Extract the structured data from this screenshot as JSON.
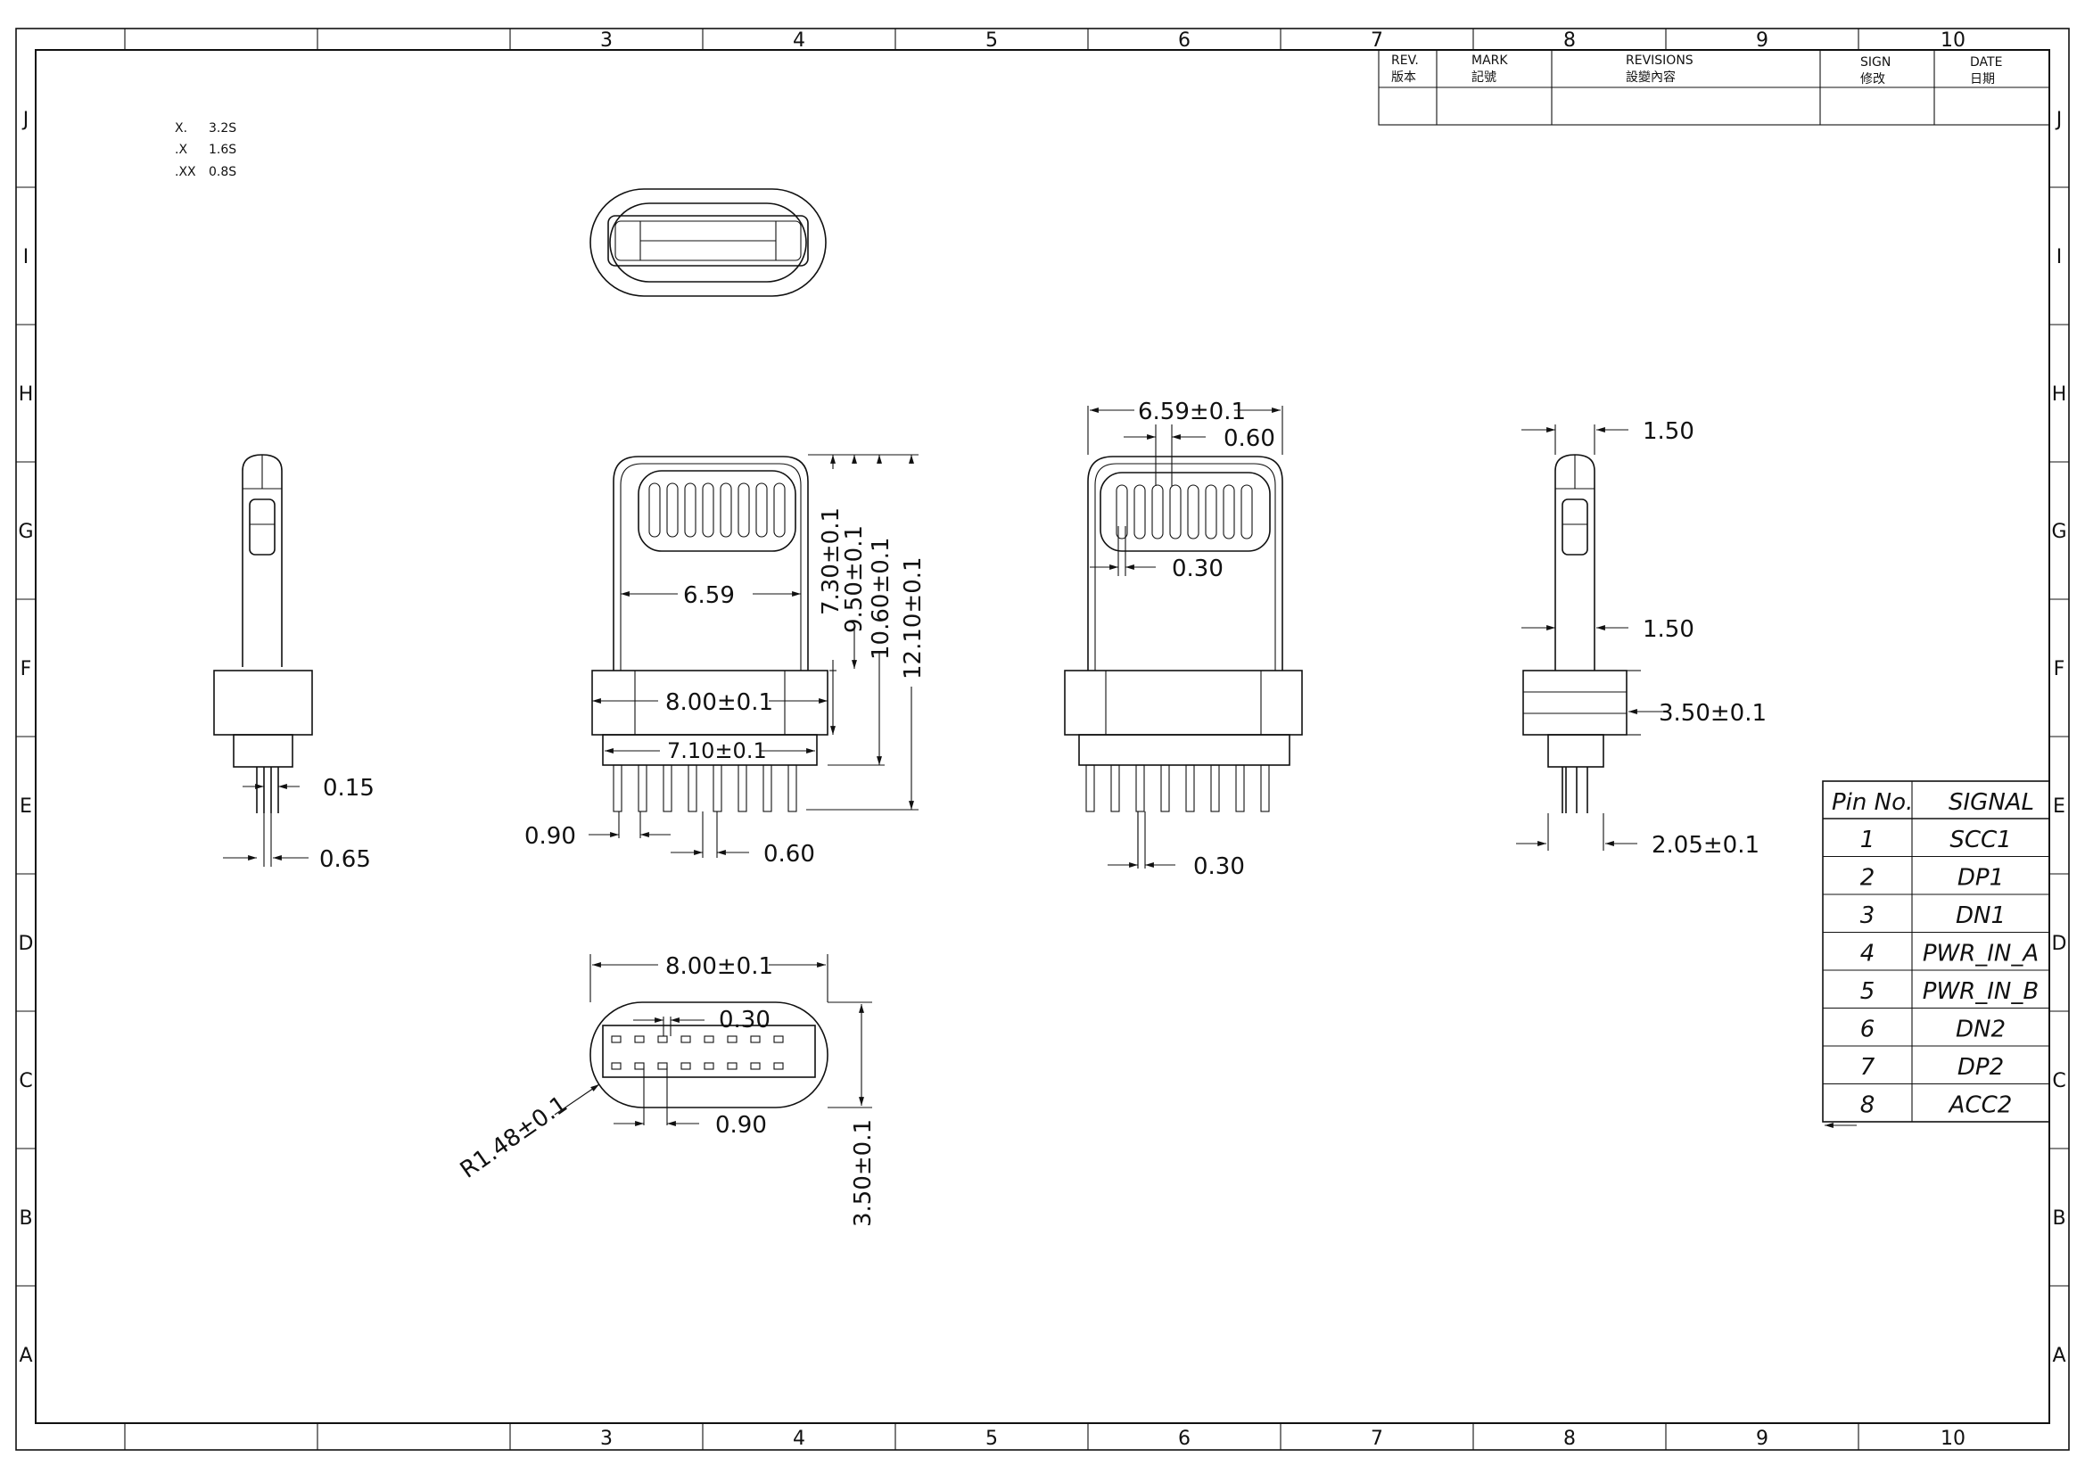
{
  "frame": {
    "columns": [
      "3",
      "4",
      "5",
      "6",
      "7",
      "8",
      "9",
      "10"
    ],
    "rows": [
      "J",
      "I",
      "H",
      "G",
      "F",
      "E",
      "D",
      "C",
      "B",
      "A"
    ]
  },
  "tolerance": [
    {
      "key": "X.",
      "val": "3.2S"
    },
    {
      "key": ".X",
      "val": "1.6S"
    },
    {
      "key": ".XX",
      "val": "0.8S"
    }
  ],
  "revision_block": {
    "headers": [
      {
        "en": "REV.",
        "zh": "版本"
      },
      {
        "en": "MARK",
        "zh": "記號"
      },
      {
        "en": "REVISIONS",
        "zh": "設變內容"
      },
      {
        "en": "SIGN",
        "zh": "修改"
      },
      {
        "en": "DATE",
        "zh": "日期"
      }
    ]
  },
  "dimensions": {
    "side_left": {
      "pin_gap": "0.15",
      "pin_w": "0.65"
    },
    "front": {
      "inner_w": "6.59",
      "body_w": "8.00±0.1",
      "base_w": "7.10±0.1",
      "h1": "7.30±0.1",
      "h2": "9.50±0.1",
      "h3": "10.60±0.1",
      "h4": "12.10±0.1",
      "pitch": "0.90",
      "pin_w": "0.60"
    },
    "back": {
      "tongue_w": "6.59±0.1",
      "contact_pitch": "0.60",
      "contact_w": "0.30",
      "pin_w": "0.30"
    },
    "side_right": {
      "top_t": "1.50",
      "mid_t": "1.50",
      "body_t": "3.50±0.1",
      "pin_span": "2.05±0.1"
    },
    "bottom": {
      "width": "8.00±0.1",
      "hole": "0.30",
      "pitch": "0.90",
      "radius": "R1.48±0.1",
      "height": "3.50±0.1"
    }
  },
  "pin_table": {
    "headers": [
      "Pin No.",
      "SIGNAL"
    ],
    "rows": [
      {
        "no": "1",
        "signal": "SCC1"
      },
      {
        "no": "2",
        "signal": "DP1"
      },
      {
        "no": "3",
        "signal": "DN1"
      },
      {
        "no": "4",
        "signal": "PWR_IN_A"
      },
      {
        "no": "5",
        "signal": "PWR_IN_B"
      },
      {
        "no": "6",
        "signal": "DN2"
      },
      {
        "no": "7",
        "signal": "DP2"
      },
      {
        "no": "8",
        "signal": "ACC2"
      }
    ]
  }
}
